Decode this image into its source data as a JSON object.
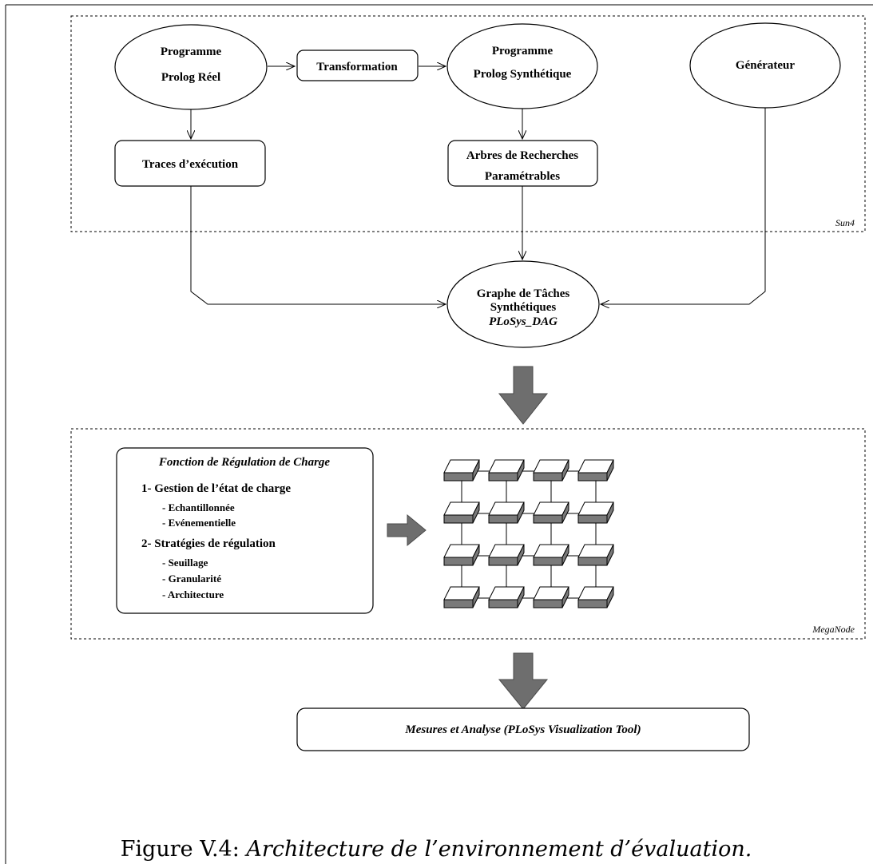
{
  "nodes": {
    "programme_reel": {
      "line1": "Programme",
      "line2": "Prolog Réel"
    },
    "transformation": {
      "label": "Transformation"
    },
    "programme_synth": {
      "line1": "Programme",
      "line2": "Prolog Synthétique"
    },
    "generateur": {
      "label": "Générateur"
    },
    "traces": {
      "label": "Traces d’exécution"
    },
    "arbres": {
      "line1": "Arbres de Recherches",
      "line2": "Paramétrables"
    },
    "graphe": {
      "line1": "Graphe de Tâches",
      "line2": "Synthétiques",
      "line3": "PLoSys_DAG"
    },
    "regulation": {
      "title": "Fonction de Régulation de Charge",
      "section1": "1- Gestion de l’état de charge",
      "item1a": "- Echantillonnée",
      "item1b": "- Evénementielle",
      "section2": "2- Stratégies de régulation",
      "item2a": "- Seuillage",
      "item2b": "- Granularité",
      "item2c": "- Architecture"
    },
    "mesures": {
      "label": "Mesures et Analyse (PLoSys Visualization Tool)"
    }
  },
  "regions": {
    "top": {
      "tag": "Sun4"
    },
    "middle": {
      "tag": "MegaNode"
    }
  },
  "processor_grid": {
    "rows": 4,
    "cols": 4
  },
  "caption": {
    "prefix": "Figure V.4: ",
    "text": "Architecture de l’environnement d’évaluation."
  },
  "colors": {
    "arrow_fill": "#6e6e6e",
    "processor_top": "#ffffff",
    "processor_side": "#7a7a7a"
  }
}
